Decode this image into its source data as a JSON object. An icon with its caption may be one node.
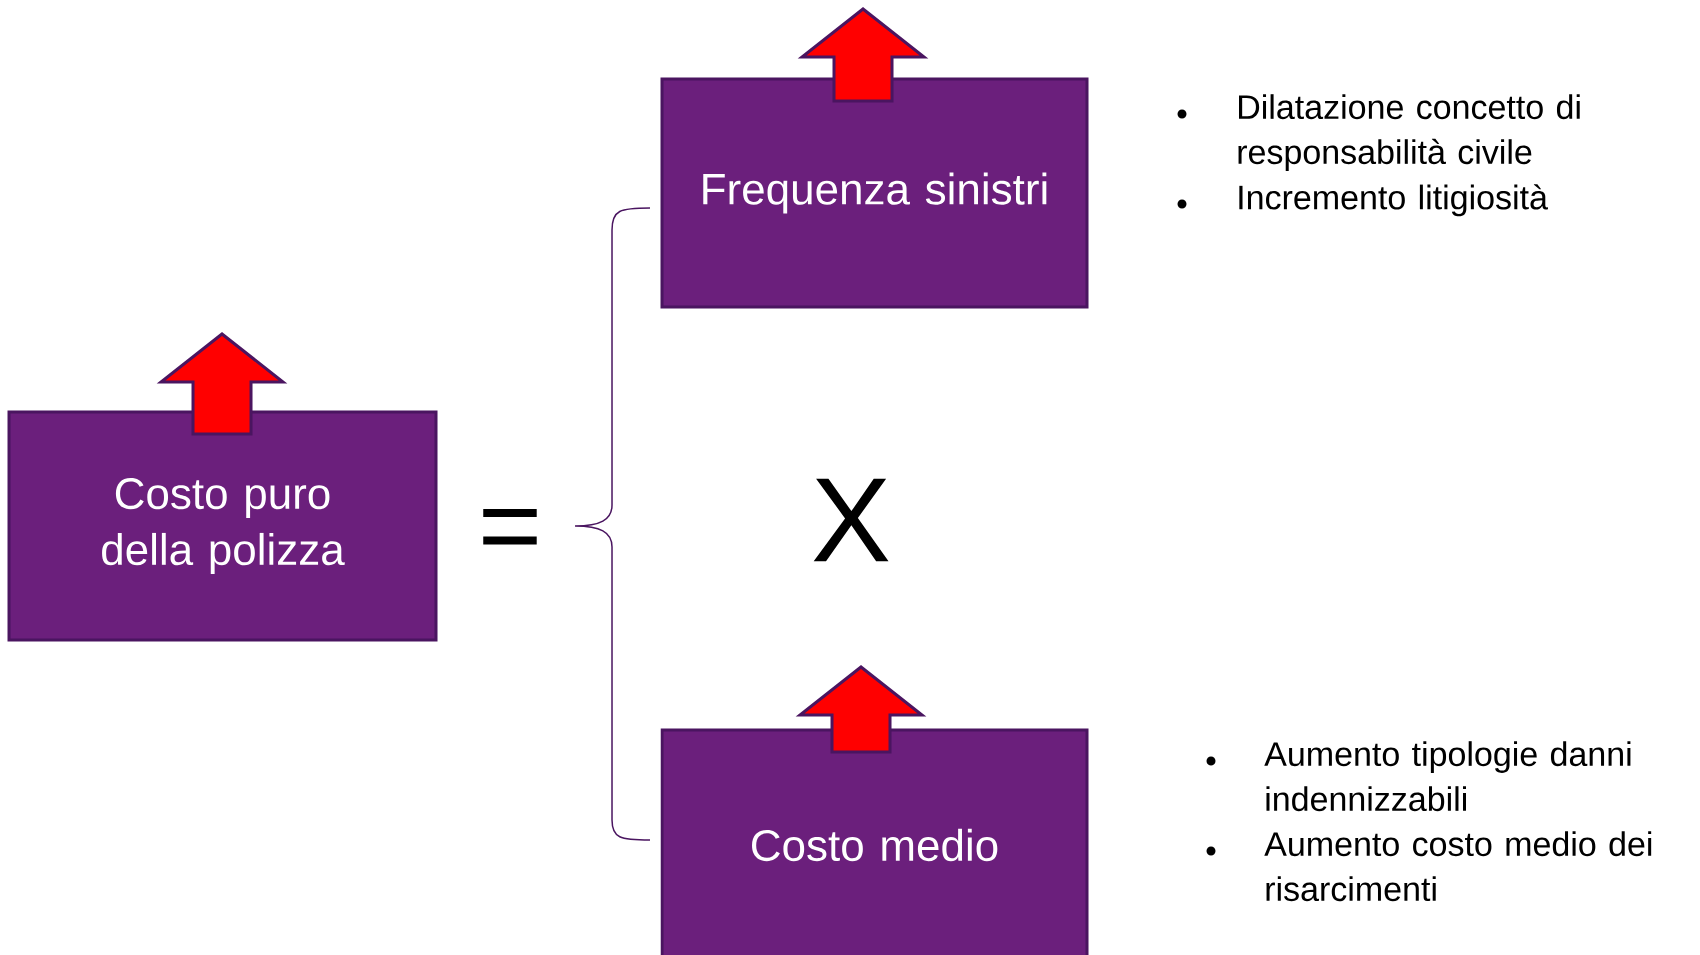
{
  "diagram": {
    "nodes": [
      {
        "text": [
          "Costo puro della polizza"
        ]
      },
      {
        "text": [
          "Frequenza sinistri"
        ],
        "beside": [
          "Dilatazione concetto di responsabilità civile",
          "Incremento litigiosità"
        ]
      },
      {
        "text": [
          "Costo medio"
        ],
        "beside": [
          "Aumento tipologie danni indennizzabili",
          "Aumento costo medio dei risarcimenti"
        ]
      }
    ],
    "labels": [
      "=",
      "X"
    ]
  }
}
